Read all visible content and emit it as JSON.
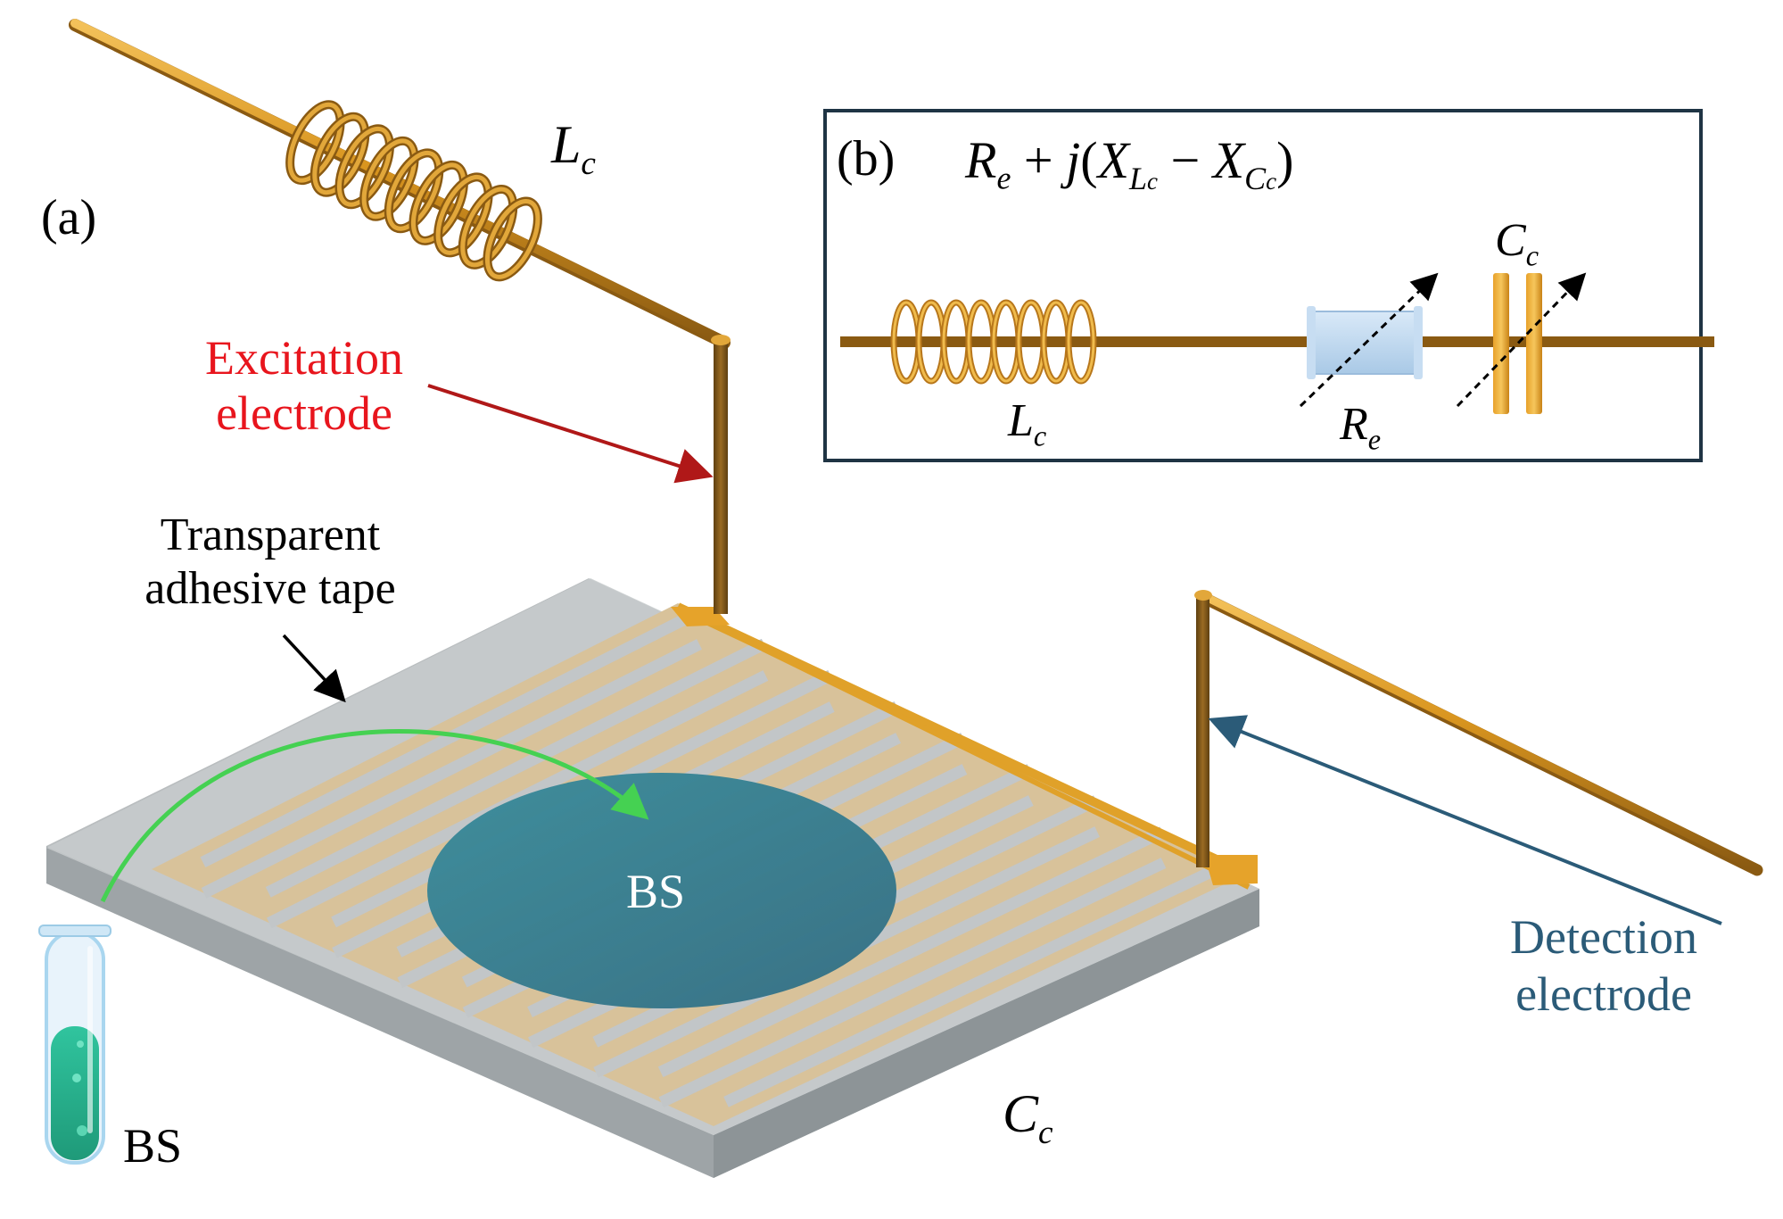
{
  "panel_a": {
    "tag": "(a)",
    "coil_label": {
      "main": "L",
      "sub": "c"
    },
    "excitation_label": [
      "Excitation",
      "electrode"
    ],
    "tape_label": [
      "Transparent",
      "adhesive tape"
    ],
    "sample_label": "BS",
    "tube_label": "BS",
    "capacitor_label": {
      "main": "C",
      "sub": "c"
    },
    "detection_label": [
      "Detection",
      "electrode"
    ]
  },
  "panel_b": {
    "tag": "(b)",
    "formula": {
      "r": "R",
      "r_sub": "e",
      "plus": " + ",
      "j": "j",
      "open": "(",
      "x1": "X",
      "x1_sub": "L",
      "x1_subsub": "c",
      "minus": " − ",
      "x2": "X",
      "x2_sub": "C",
      "x2_subsub": "c",
      "close": ")"
    },
    "inductor_label": {
      "main": "L",
      "sub": "c"
    },
    "resistor_label": {
      "main": "R",
      "sub": "e"
    },
    "capacitor_label": {
      "main": "C",
      "sub": "c"
    }
  },
  "colors": {
    "wire_gold": "#d9951f",
    "wire_dark": "#8a5a12",
    "electrode_post": "#7a5418",
    "excitation_red": "#e8151d",
    "excitation_arrow": "#b01818",
    "detection_blue": "#2b5b78",
    "sample_teal": "#3d8e9e",
    "curve_green": "#45d152",
    "panel_border": "#1f3444",
    "resistor_blue": "#bcd7ef",
    "tube_liquid": "#2cb591"
  }
}
